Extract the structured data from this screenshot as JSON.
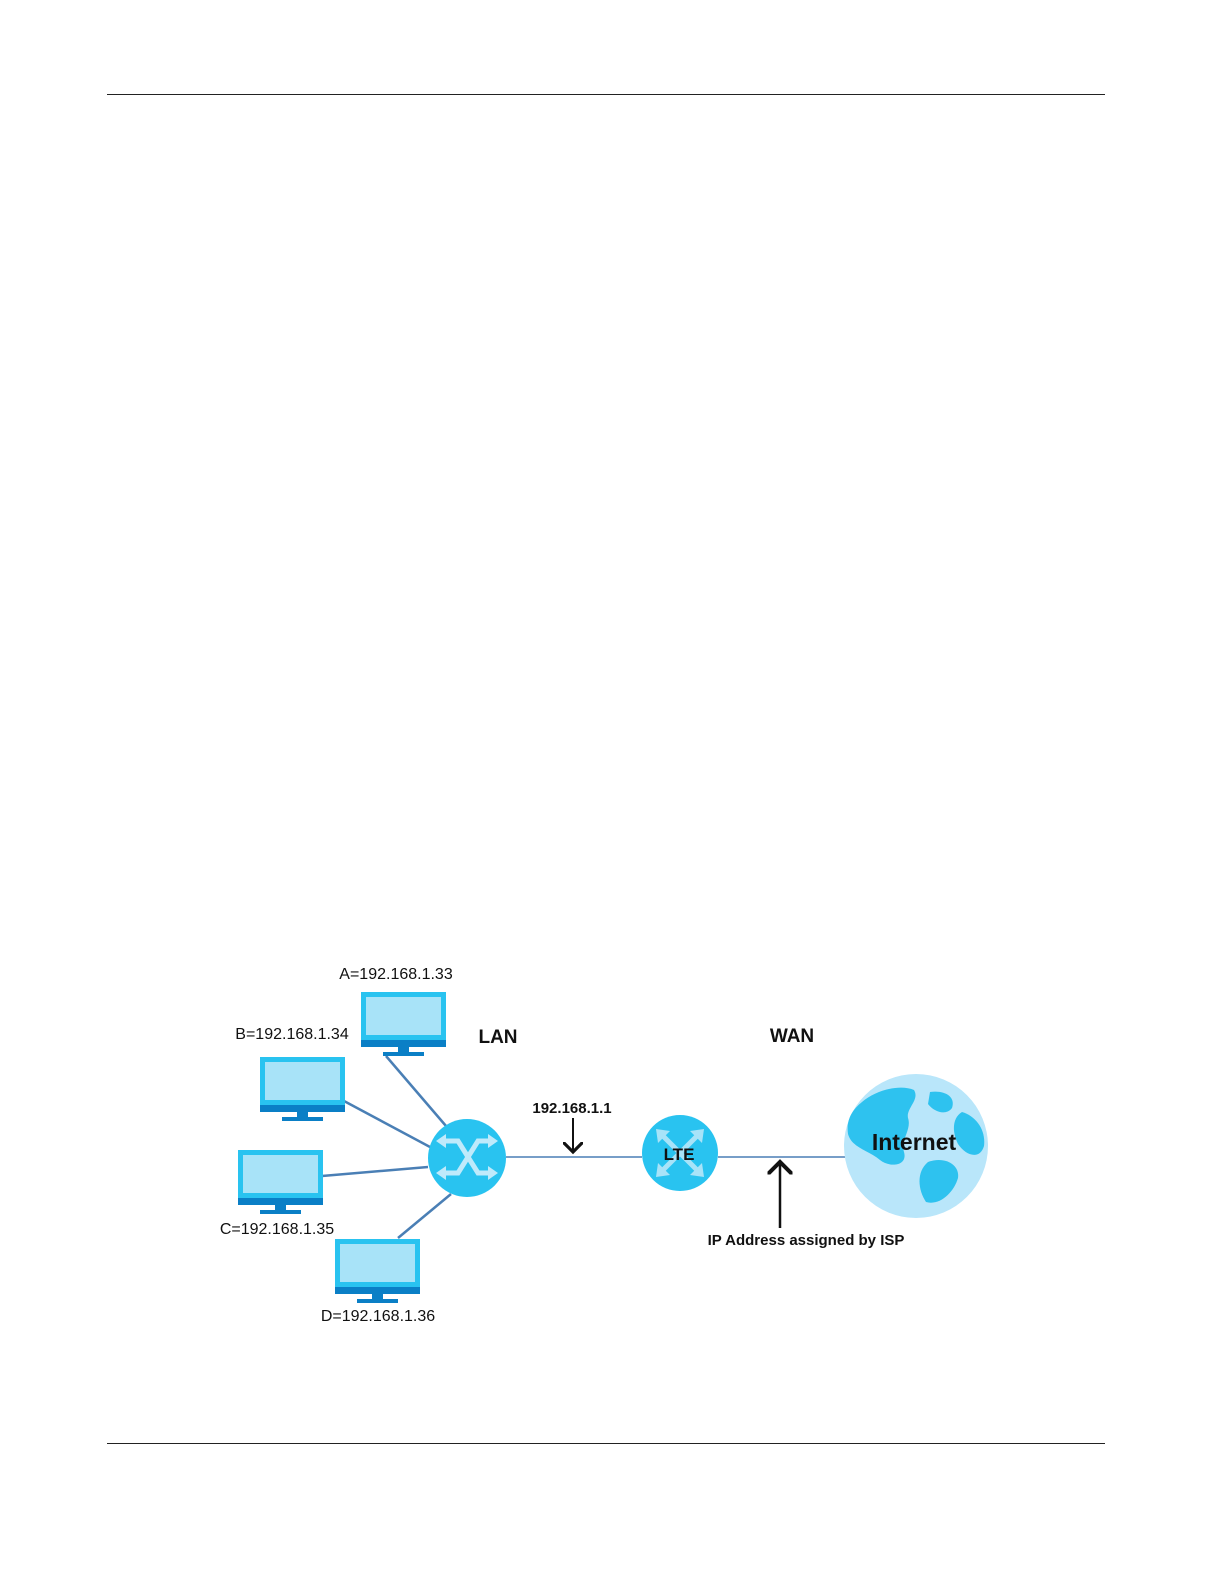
{
  "diagram": {
    "zones": {
      "lan": "LAN",
      "wan": "WAN"
    },
    "computers": [
      {
        "id": "a",
        "label": "A=192.168.1.33"
      },
      {
        "id": "b",
        "label": "B=192.168.1.34"
      },
      {
        "id": "c",
        "label": "C=192.168.1.35"
      },
      {
        "id": "d",
        "label": "D=192.168.1.36"
      }
    ],
    "router_lan_ip": "192.168.1.1",
    "lte_label": "LTE",
    "internet_label": "Internet",
    "isp_note": "IP Address assigned by ISP"
  },
  "colors": {
    "device_light": "#29c3f0",
    "device_screen": "#a8e3f8",
    "device_dark": "#0a7fc6",
    "link": "#4a7fb5",
    "globe_ocean": "#b9e6fa",
    "globe_land": "#2ec2ef",
    "internet_text": "#1d5fa8"
  }
}
